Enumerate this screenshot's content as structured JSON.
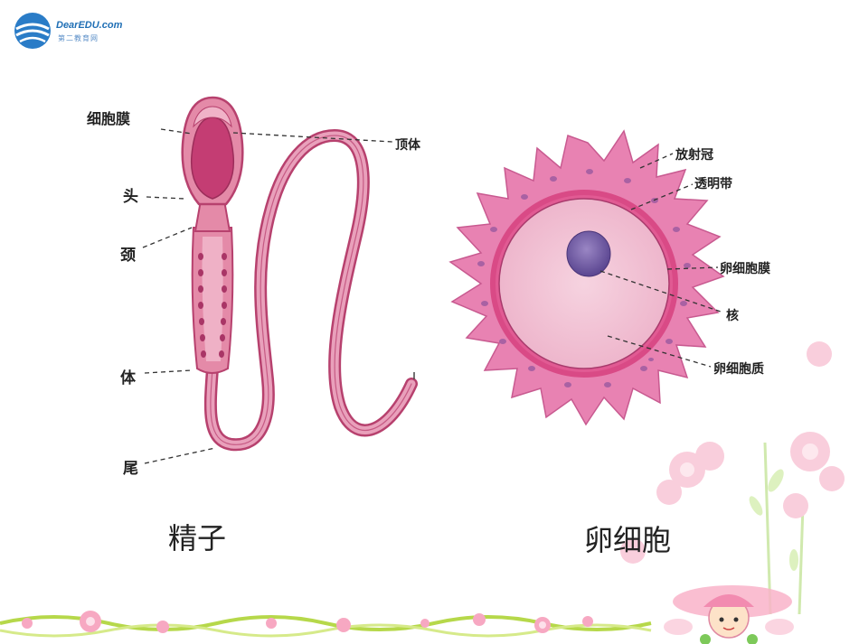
{
  "logo": {
    "brand": "DearEDU.com",
    "sub": "第二教育网"
  },
  "sperm": {
    "labels": {
      "membrane": "细胞膜",
      "head": "头",
      "neck": "颈",
      "body": "体",
      "tail": "尾",
      "acrosome": "顶体"
    },
    "caption": "精子"
  },
  "egg": {
    "labels": {
      "corona": "放射冠",
      "zona": "透明带",
      "egg_membrane": "卵细胞膜",
      "nucleus": "核",
      "cytoplasm": "卵细胞质"
    },
    "caption": "卵细胞"
  },
  "colors": {
    "sperm_fill": "#e48aa8",
    "sperm_outline": "#b7416e",
    "egg_outer": "#e882b2",
    "egg_inner": "#f3c6d8",
    "nucleus": "#7b62a8"
  }
}
